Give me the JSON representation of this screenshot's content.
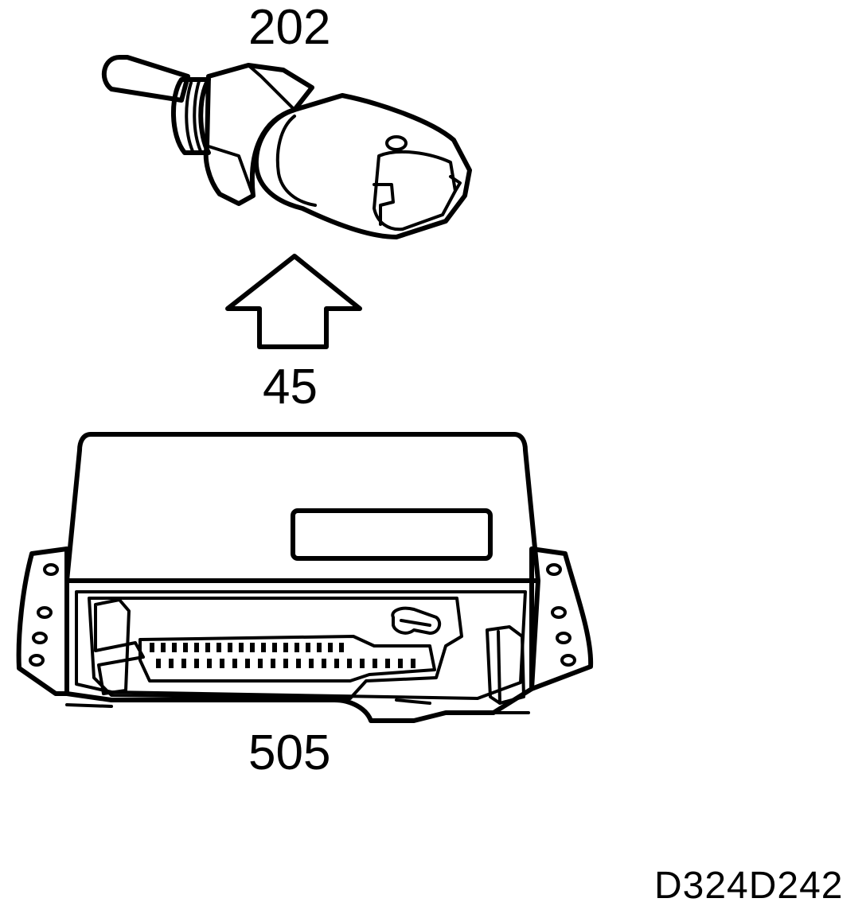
{
  "labels": {
    "sensor_number": "202",
    "arrow_number": "45",
    "control_unit_number": "505",
    "drawing_code": "D324D242"
  },
  "colors": {
    "line": "#000000",
    "background": "#ffffff"
  }
}
